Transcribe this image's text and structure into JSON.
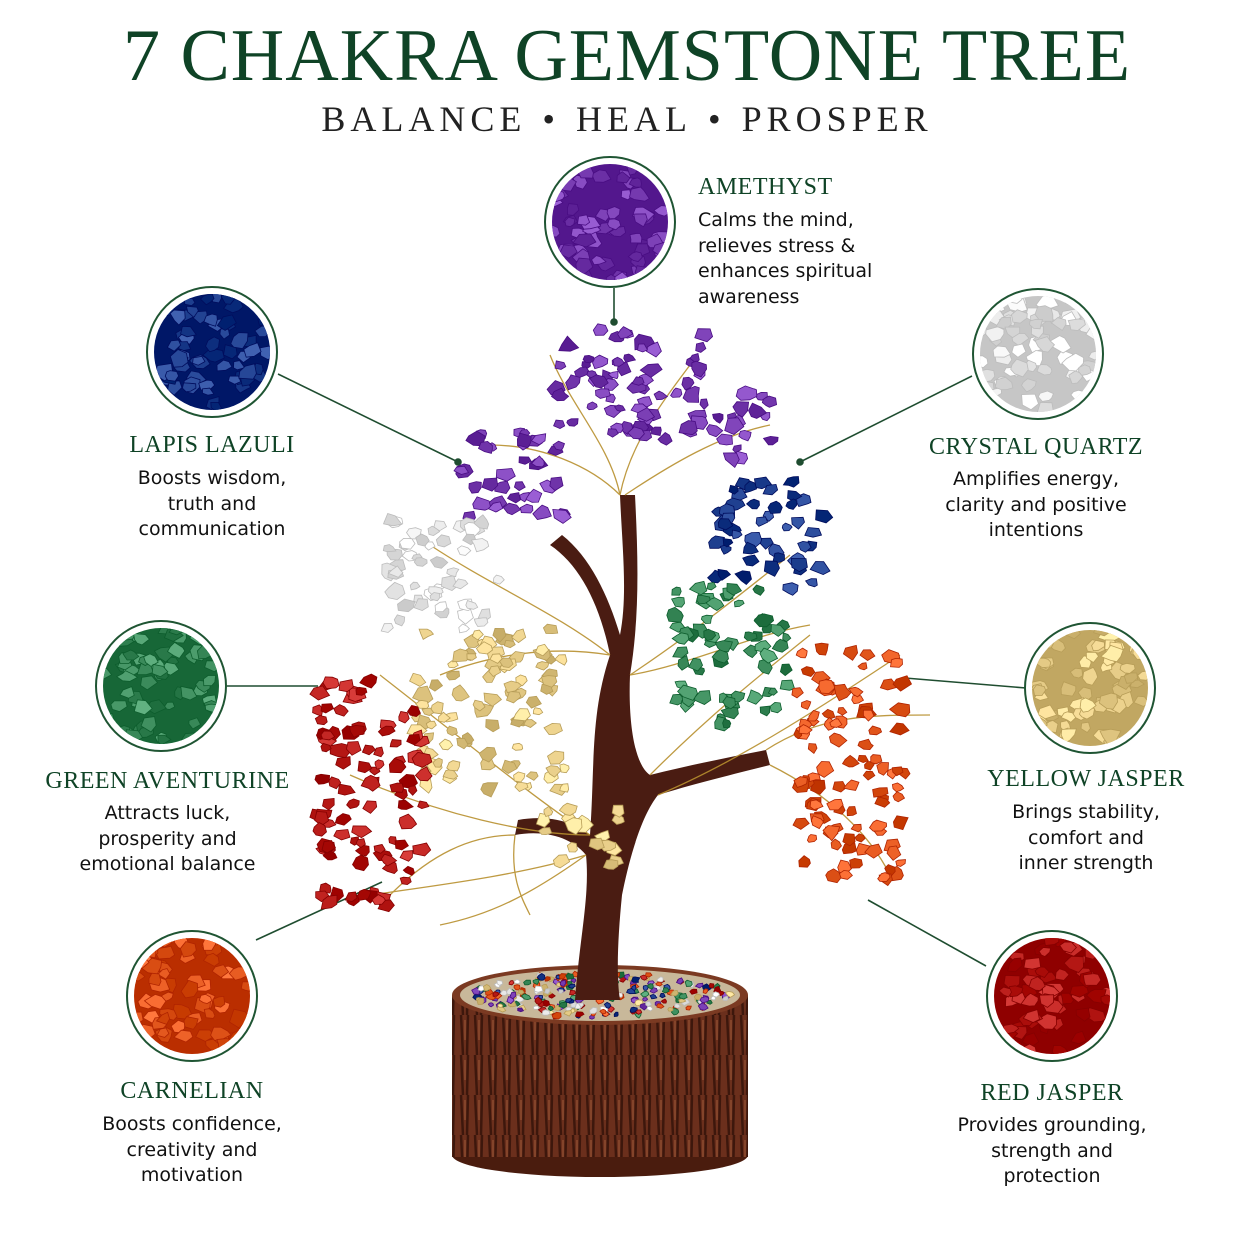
{
  "header": {
    "title": "7 CHAKRA GEMSTONE TREE",
    "subtitle_parts": [
      "BALANCE",
      "HEAL",
      "PROSPER"
    ],
    "separator": "•"
  },
  "colors": {
    "heading": "#0f4326",
    "ring": "#1f5533",
    "trunk": "#4a1c12",
    "base": "#6b2f1c"
  },
  "stones": {
    "amethyst": {
      "name": "AMETHYST",
      "lines": [
        "Calms the mind,",
        "relieves stress &",
        "enhances spiritual",
        "awareness"
      ],
      "color": "#7b3fb5"
    },
    "lapis": {
      "name": "LAPIS LAZULI",
      "lines": [
        "Boosts wisdom,",
        "truth and",
        "communication"
      ],
      "color": "#1e3f8f"
    },
    "quartz": {
      "name": "CRYSTAL QUARTZ",
      "lines": [
        "Amplifies energy,",
        "clarity and positive",
        "intentions"
      ],
      "color": "#eeeeee"
    },
    "aventurine": {
      "name": "GREEN AVENTURINE",
      "lines": [
        "Attracts luck,",
        "prosperity and",
        "emotional balance"
      ],
      "color": "#3f8f5f"
    },
    "yellow": {
      "name": "YELLOW JASPER",
      "lines": [
        "Brings stability,",
        "comfort and",
        "inner strength"
      ],
      "color": "#e9cf8a"
    },
    "carnelian": {
      "name": "CARNELIAN",
      "lines": [
        "Boosts confidence,",
        "creativity and",
        "motivation"
      ],
      "color": "#e2561c"
    },
    "red": {
      "name": "RED JASPER",
      "lines": [
        "Provides grounding,",
        "strength and",
        "protection"
      ],
      "color": "#b71a17"
    }
  }
}
